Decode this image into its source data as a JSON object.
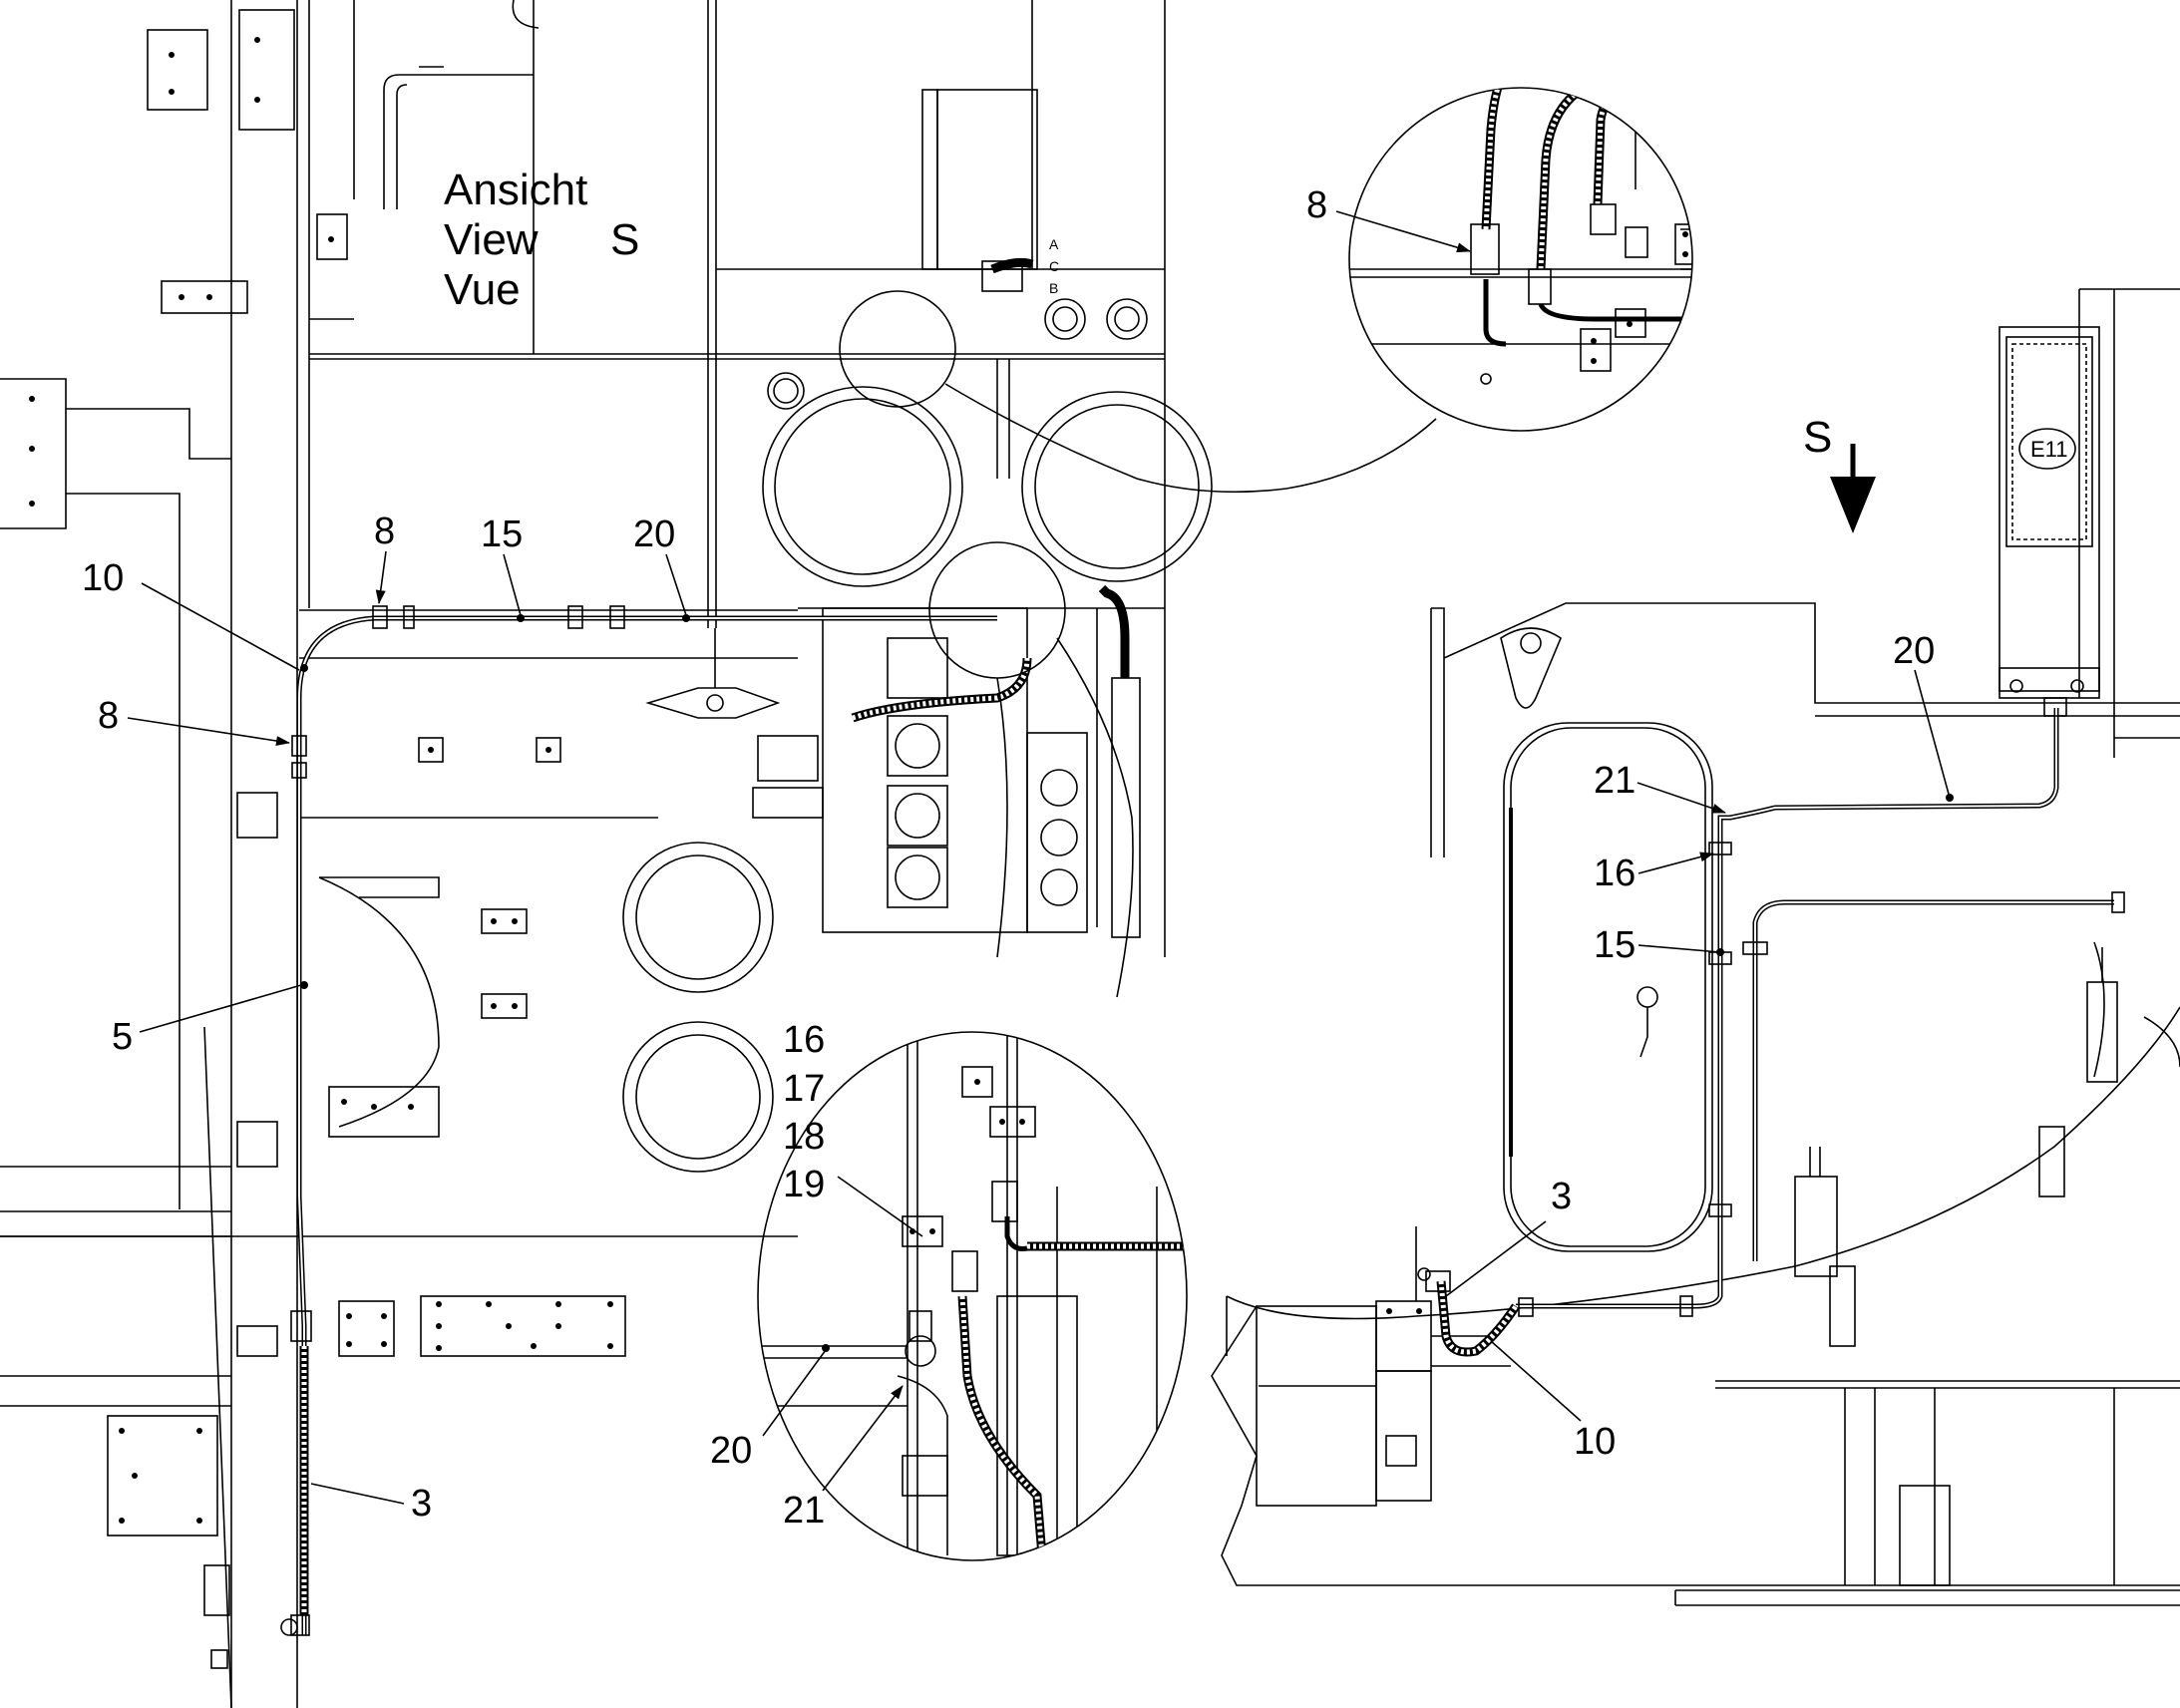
{
  "view_title": {
    "line1": "Ansicht",
    "line2": "View",
    "line3": "Vue",
    "view_letter": "S"
  },
  "view_arrow_label": "S",
  "component_tag": "E11",
  "port_letters": [
    "A",
    "C",
    "B"
  ],
  "callouts": {
    "left_view": {
      "c10": "10",
      "c8_top": "8",
      "c15": "15",
      "c20": "20",
      "c8_mid": "8",
      "c5": "5",
      "c3": "3"
    },
    "detail_top": {
      "c8": "8"
    },
    "detail_bottom": {
      "c16": "16",
      "c17": "17",
      "c18": "18",
      "c19": "19",
      "c20": "20",
      "c21": "21"
    },
    "right_view": {
      "c20": "20",
      "c21": "21",
      "c16": "16",
      "c15": "15",
      "c3": "3",
      "c10": "10"
    }
  }
}
